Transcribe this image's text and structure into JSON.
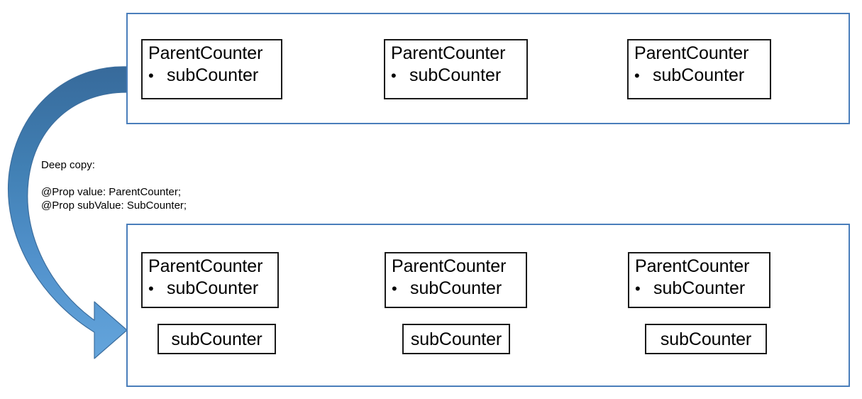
{
  "diagram": {
    "title": "Deep copy ParentCounter / SubCounter object diagram",
    "colors": {
      "group_border": "#4A7EBB",
      "node_border": "#1a1a1a",
      "arrow_dark": "#3A6E9F",
      "arrow_light": "#5B9BD5",
      "arrow_stroke": "#3C6E9E",
      "text": "#000000",
      "background": "#FFFFFF"
    }
  },
  "caption": {
    "title": "Deep copy:",
    "code_lines": [
      "@Prop value: ParentCounter;",
      "@Prop subValue: SubCounter;"
    ]
  },
  "top_group": {
    "name": "source-group",
    "nodes": [
      {
        "title": "ParentCounter",
        "bullet": "•",
        "sub_label": "subCounter"
      },
      {
        "title": "ParentCounter",
        "bullet": "•",
        "sub_label": "subCounter"
      },
      {
        "title": "ParentCounter",
        "bullet": "•",
        "sub_label": "subCounter"
      }
    ]
  },
  "bottom_group": {
    "name": "copy-group",
    "nodes": [
      {
        "title": "ParentCounter",
        "bullet": "•",
        "sub_label": "subCounter"
      },
      {
        "title": "ParentCounter",
        "bullet": "•",
        "sub_label": "subCounter"
      },
      {
        "title": "ParentCounter",
        "bullet": "•",
        "sub_label": "subCounter"
      }
    ],
    "leaves": [
      {
        "label": "subCounter"
      },
      {
        "label": "subCounter"
      },
      {
        "label": "subCounter"
      }
    ]
  },
  "arrow": {
    "name": "deep-copy-arrow",
    "direction": "top-left-to-bottom-left",
    "head": "right"
  }
}
